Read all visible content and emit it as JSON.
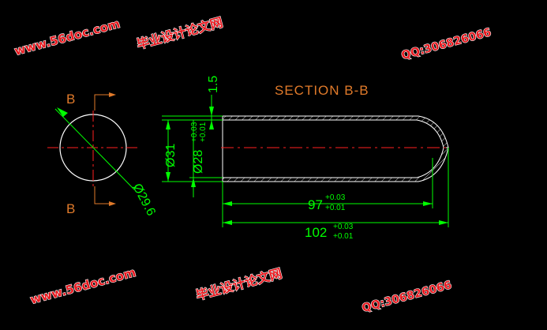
{
  "drawing": {
    "section_title": "SECTION B-B",
    "section_label_top": "B",
    "section_label_bottom": "B",
    "dim_circle_diameter": "Ø29.6",
    "dim_outer_diameter": "Ø31",
    "dim_inner_diameter": "Ø28",
    "dim_inner_tol": "+0.03\n+0.01",
    "dim_inner_tol_upper": "+0.03",
    "dim_inner_tol_lower": "+0.01",
    "dim_wall": "1.5",
    "dim_inner_length": "97",
    "dim_inner_length_tol_upper": "+0.03",
    "dim_inner_length_tol_lower": "+0.01",
    "dim_total_length": "102",
    "dim_total_length_tol_upper": "+0.03",
    "dim_total_length_tol_lower": "+0.01"
  },
  "watermarks": {
    "site": "www.56doc.com",
    "name": "毕业设计论文网",
    "qq": "QQ:306826066"
  },
  "colors": {
    "background": "#000000",
    "outline": "#ffffff",
    "dimension": "#00ff00",
    "centerline": "#ff2020",
    "label": "#e07a2a"
  }
}
